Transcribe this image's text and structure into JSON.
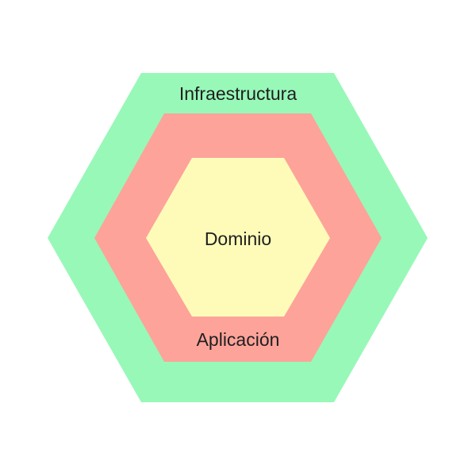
{
  "diagram": {
    "layers": [
      {
        "id": "infrastructure",
        "label": "Infraestructura",
        "color": "#98f8b8"
      },
      {
        "id": "application",
        "label": "Aplicación",
        "color": "#fda39a"
      },
      {
        "id": "domain",
        "label": "Dominio",
        "color": "#fefbb8"
      }
    ]
  }
}
